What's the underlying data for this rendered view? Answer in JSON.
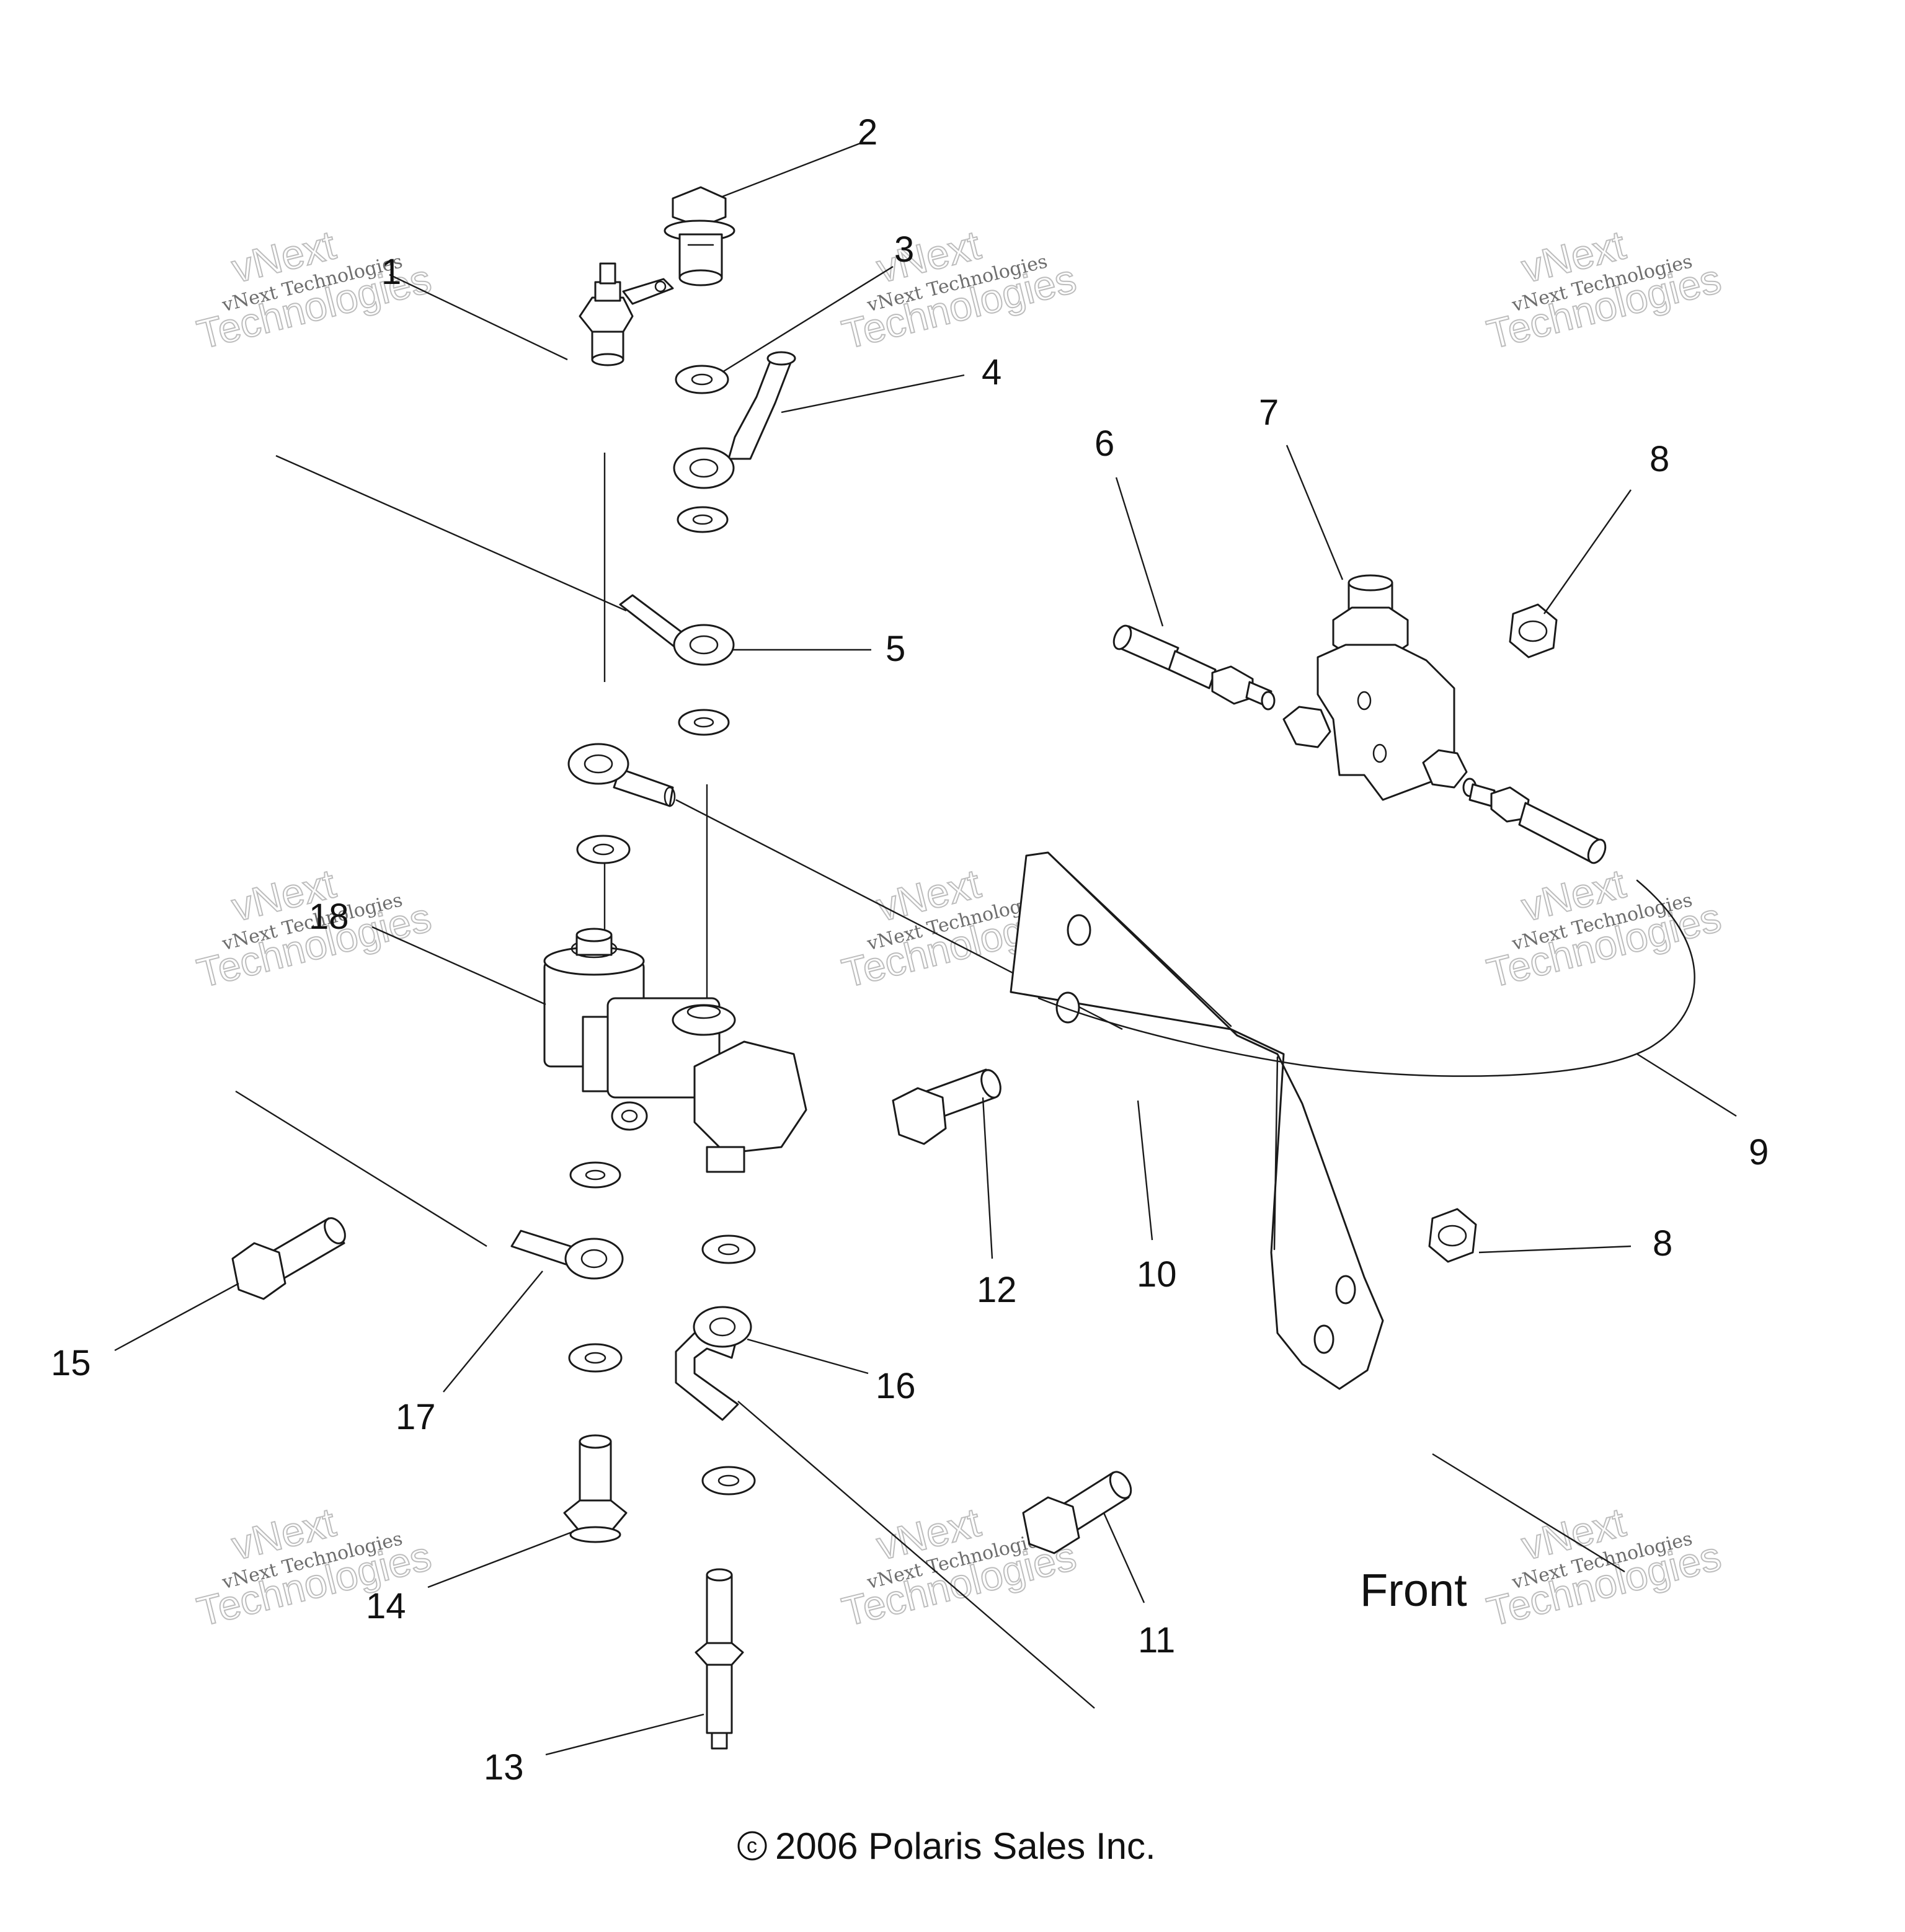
{
  "diagram": {
    "callouts": [
      {
        "id": "1",
        "label": "1"
      },
      {
        "id": "2",
        "label": "2"
      },
      {
        "id": "3",
        "label": "3"
      },
      {
        "id": "4",
        "label": "4"
      },
      {
        "id": "5",
        "label": "5"
      },
      {
        "id": "6",
        "label": "6"
      },
      {
        "id": "7",
        "label": "7"
      },
      {
        "id": "8a",
        "label": "8"
      },
      {
        "id": "8b",
        "label": "8"
      },
      {
        "id": "9",
        "label": "9"
      },
      {
        "id": "10",
        "label": "10"
      },
      {
        "id": "11",
        "label": "11"
      },
      {
        "id": "12",
        "label": "12"
      },
      {
        "id": "13",
        "label": "13"
      },
      {
        "id": "14",
        "label": "14"
      },
      {
        "id": "15",
        "label": "15"
      },
      {
        "id": "16",
        "label": "16"
      },
      {
        "id": "17",
        "label": "17"
      },
      {
        "id": "18",
        "label": "18"
      }
    ],
    "front_label": "Front",
    "copyright": "2006 Polaris Sales Inc.",
    "copyright_symbol": "©",
    "watermark": {
      "line1": "vNext Technologies",
      "line2": "vNext",
      "line3": "Technologies"
    }
  }
}
